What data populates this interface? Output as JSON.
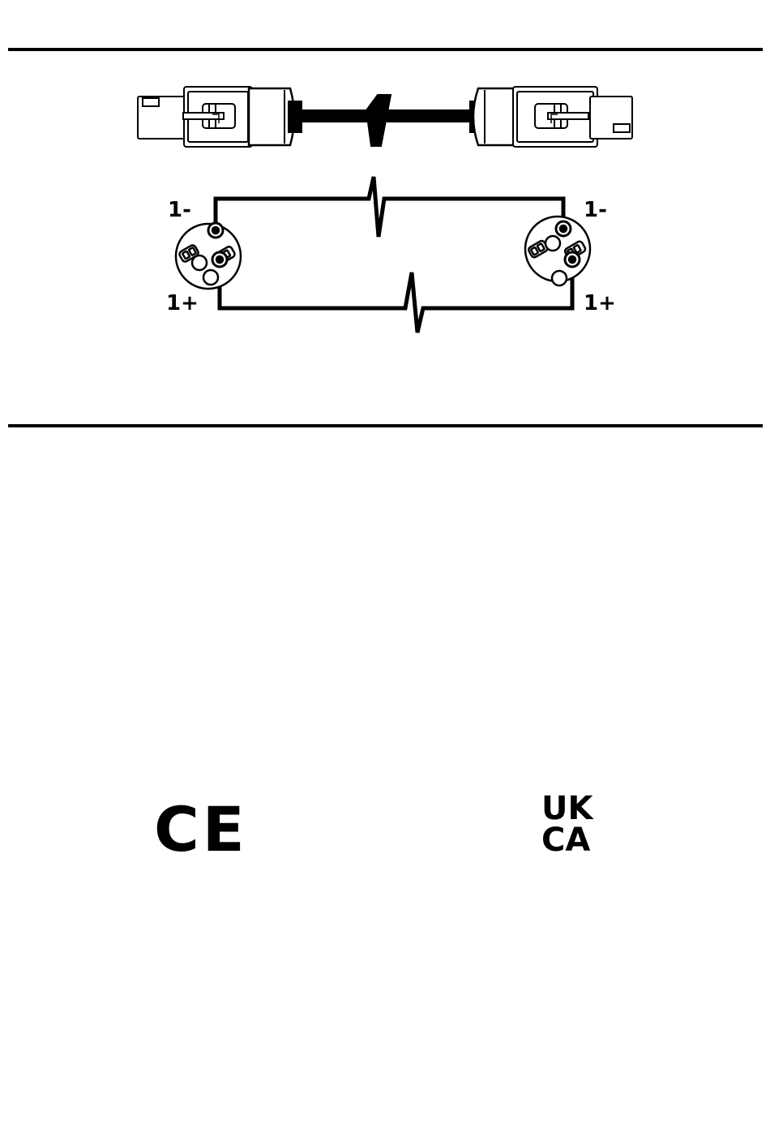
{
  "wiring": {
    "left_top_label": "1-",
    "left_bottom_label": "1+",
    "right_top_label": "1-",
    "right_bottom_label": "1+"
  },
  "marks": {
    "ce": "CE",
    "ukca_line1": "UK",
    "ukca_line2": "CA"
  }
}
